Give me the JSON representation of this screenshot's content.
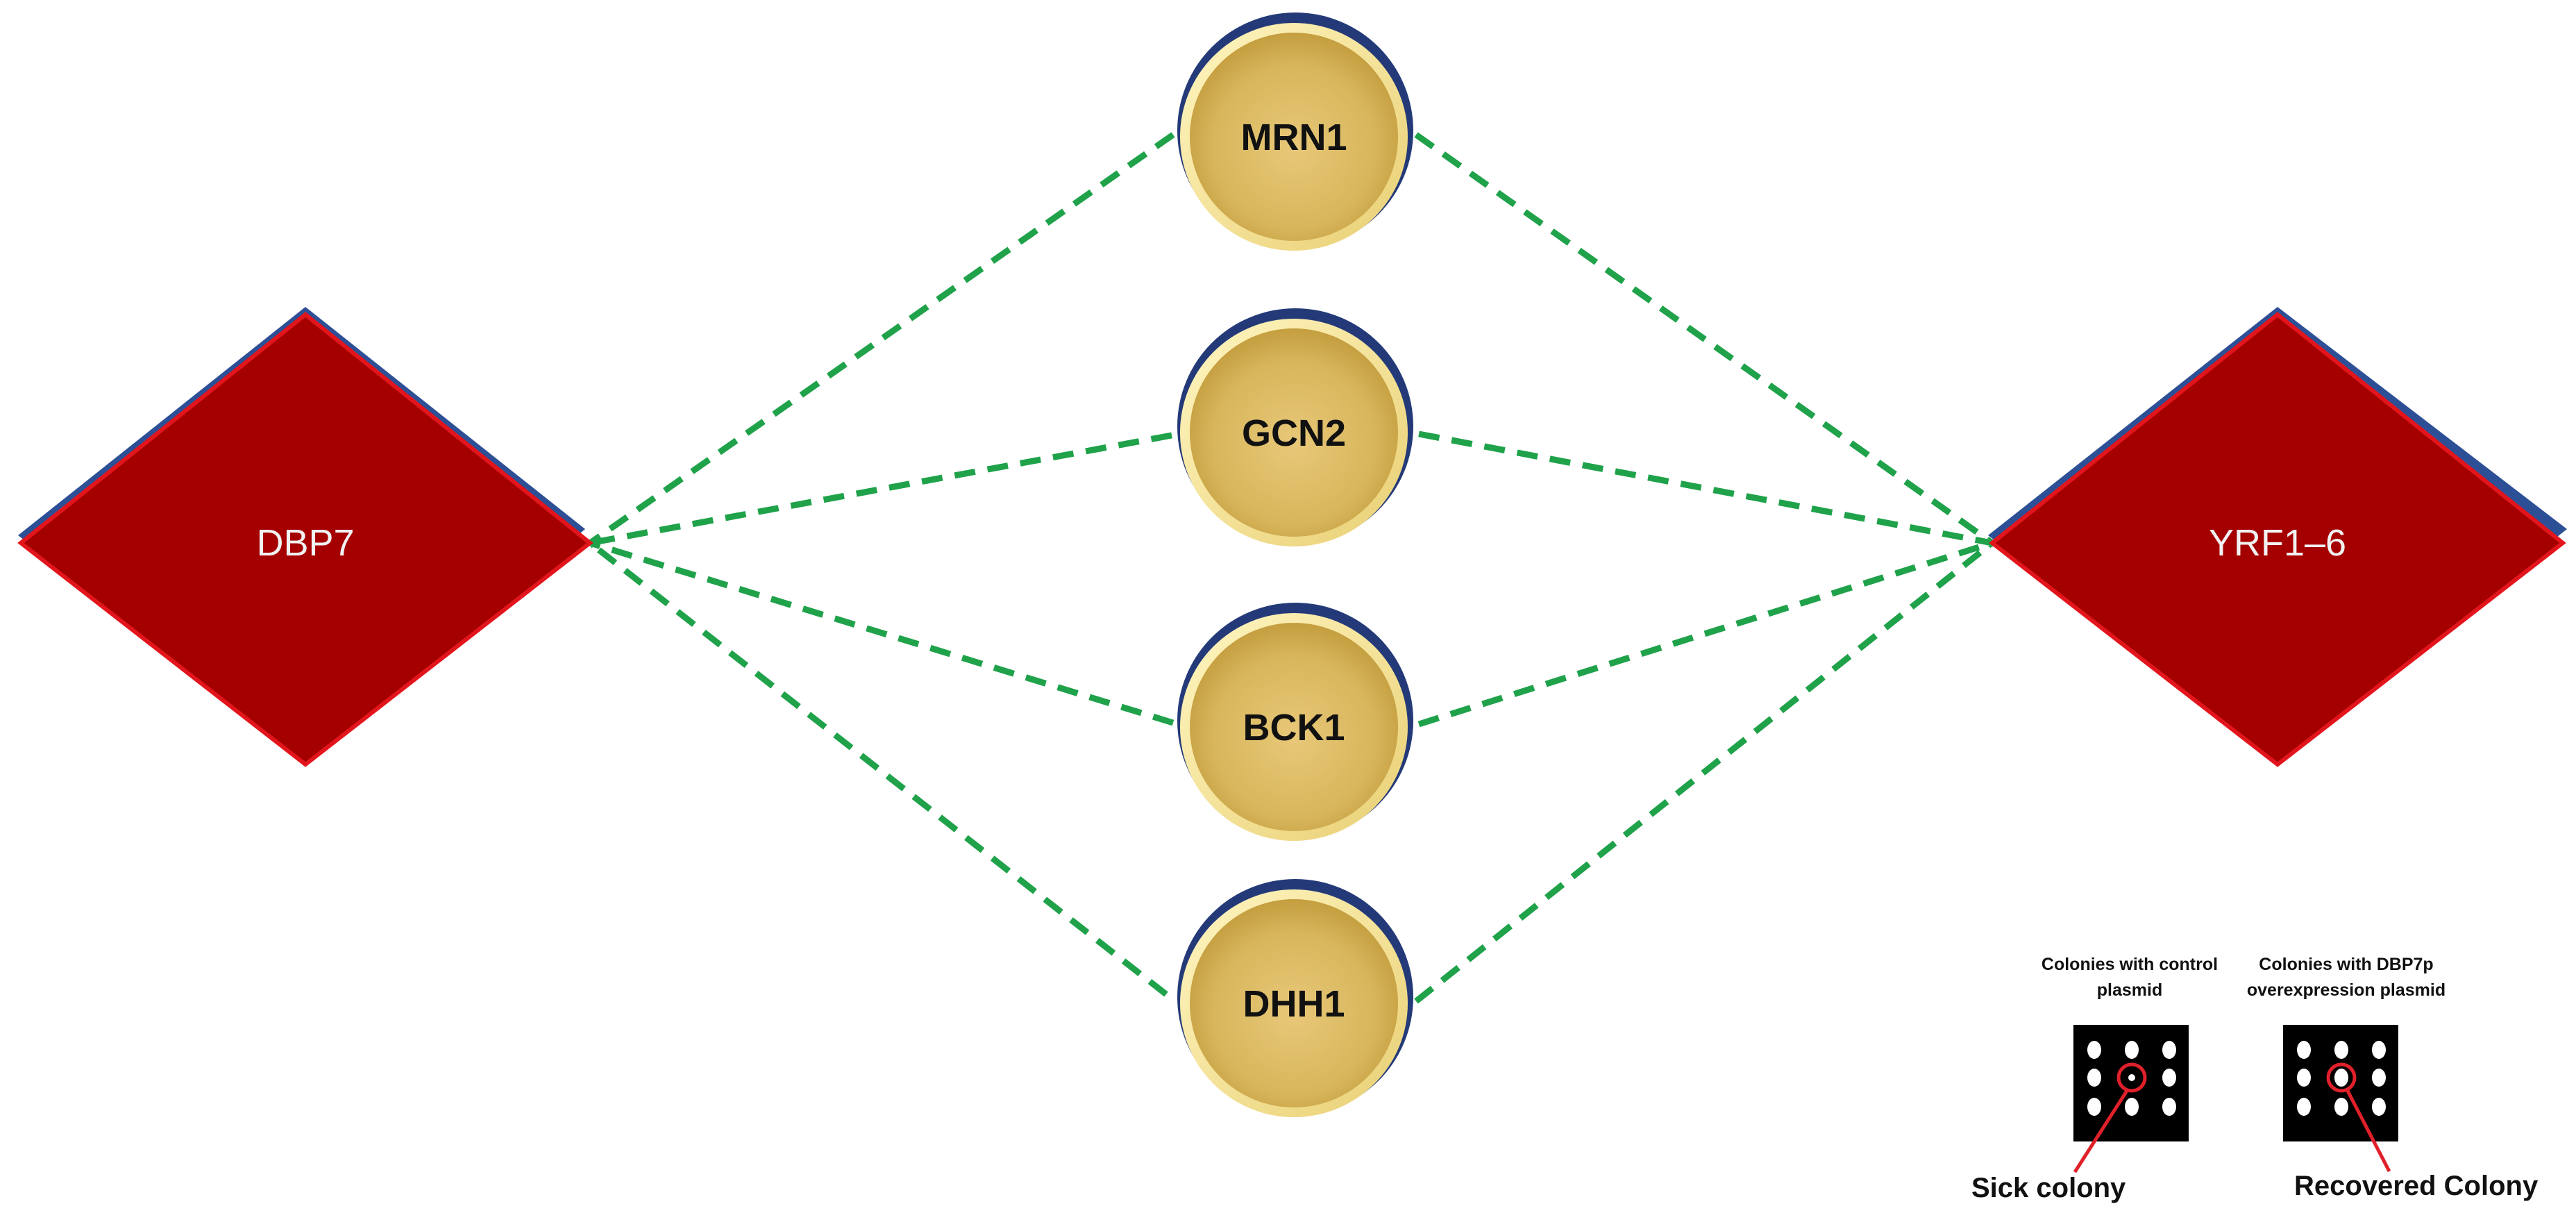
{
  "diagram": {
    "hubs": [
      {
        "id": "left",
        "label": "DBP7"
      },
      {
        "id": "right",
        "label": "YRF1–6"
      }
    ],
    "nodes": [
      {
        "id": "mrn1",
        "label": "MRN1"
      },
      {
        "id": "gcn2",
        "label": "GCN2"
      },
      {
        "id": "bck1",
        "label": "BCK1"
      },
      {
        "id": "dhh1",
        "label": "DHH1"
      }
    ],
    "edges": [
      {
        "from": "mrn1",
        "to": "left"
      },
      {
        "from": "gcn2",
        "to": "left"
      },
      {
        "from": "bck1",
        "to": "left"
      },
      {
        "from": "dhh1",
        "to": "left"
      },
      {
        "from": "mrn1",
        "to": "right"
      },
      {
        "from": "gcn2",
        "to": "right"
      },
      {
        "from": "bck1",
        "to": "right"
      },
      {
        "from": "dhh1",
        "to": "right"
      }
    ],
    "edge_style": "dashed-arrow",
    "colors": {
      "hub_fill": "#a50000",
      "node_fill": "#d8b65c",
      "edge": "#1fa24a",
      "callout": "#e0202a"
    }
  },
  "legend": {
    "control": {
      "title_lines": [
        "Colonies with control",
        "plasmid"
      ],
      "callout": "Sick colony"
    },
    "overexpression": {
      "title_lines": [
        "Colonies with DBP7p",
        "overexpression plasmid"
      ],
      "callout": "Recovered Colony"
    }
  }
}
